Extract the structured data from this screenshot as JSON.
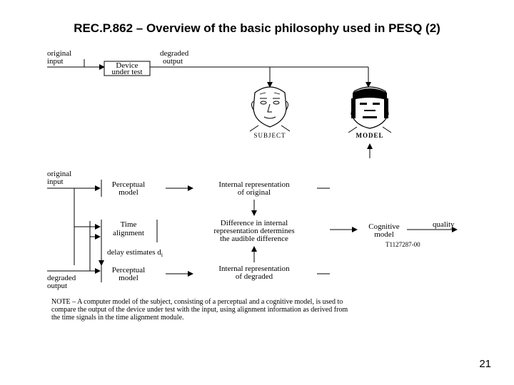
{
  "title": "REC.P.862 – Overview of the basic philosophy used in PESQ  (2)",
  "page_number": "21",
  "top_diagram": {
    "original_input": [
      "original",
      "input"
    ],
    "device_under_test": [
      "Device",
      "under test"
    ],
    "degraded_output": [
      "degraded",
      "output"
    ],
    "subject_label": "SUBJECT",
    "model_label": "MODEL"
  },
  "bottom_diagram": {
    "original_input": [
      "original",
      "input"
    ],
    "degraded_output": [
      "degraded",
      "output"
    ],
    "perceptual_model_top": [
      "Perceptual",
      "model"
    ],
    "time_alignment": [
      "Time",
      "alignment"
    ],
    "perceptual_model_bottom": [
      "Perceptual",
      "model"
    ],
    "internal_rep_original": [
      "Internal representation",
      "of original"
    ],
    "difference_internal": [
      "Difference in internal",
      "representation determines",
      "the audible difference"
    ],
    "internal_rep_degraded": [
      "Internal representation",
      "of degraded"
    ],
    "cognitive_model": [
      "Cognitive",
      "model"
    ],
    "quality": "quality",
    "delay_estimates": "delay  estimates d",
    "delay_subscript": "i",
    "figure_code": "T1127287-00",
    "note": [
      "NOTE – A computer model of the subject, consisting of a perceptual and a cognitive model, is used to",
      "compare the output of the device under test with the input, using alignment information as derived from",
      "the time signals in the time alignment module."
    ]
  }
}
